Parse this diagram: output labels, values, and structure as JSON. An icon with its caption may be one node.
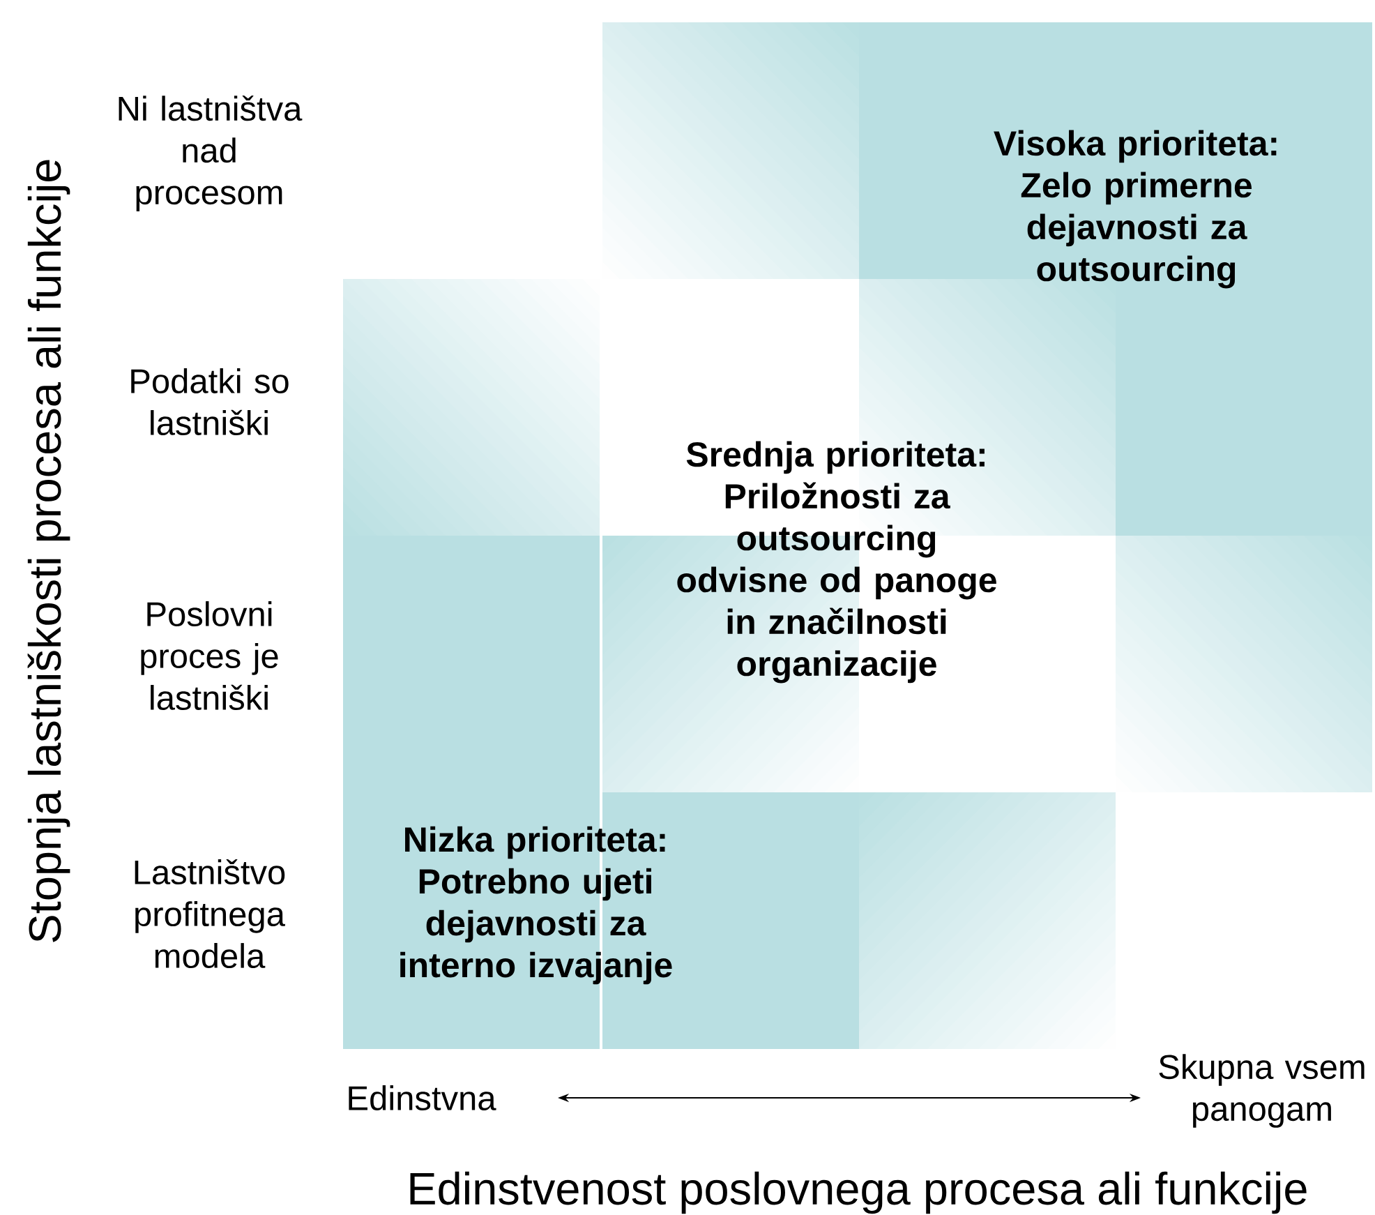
{
  "diagram": {
    "labels": [
      "Stopnja lastniškosti procesa ali funkcije",
      "Ni lastništva nad procesom",
      "Podatki so lastniški",
      "Poslovni proces je lastniški",
      "Lastništvo profitnega modela",
      "Visoka prioriteta: Zelo primerne dejavnosti za outsourcing",
      "Srednja prioriteta: Priložnosti za outsourcing odvisne od panoge in značilnosti organizacije",
      "Nizka prioriteta: Potrebno ujeti dejavnosti za interno izvajanje",
      "Edinstvna",
      "Skupna vsem panogam",
      "Edinstvenost poslovnega procesa ali funkcije"
    ]
  }
}
